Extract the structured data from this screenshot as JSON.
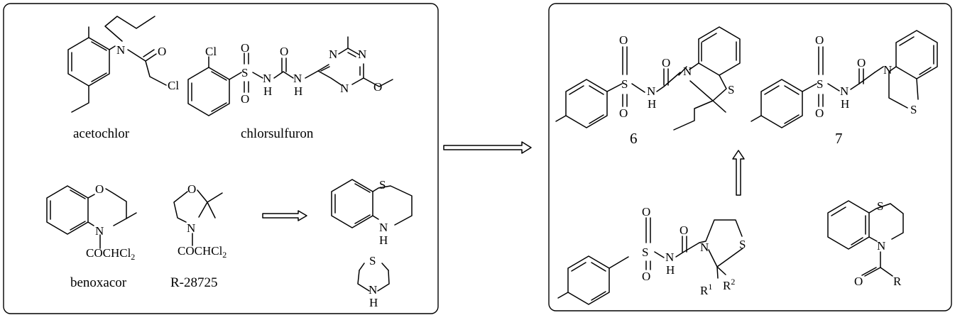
{
  "names": {
    "acetochlor": "acetochlor",
    "chlorsulfuron": "chlorsulfuron",
    "benoxacor": "benoxacor",
    "r28725": "R-28725"
  },
  "numbers": {
    "six": "6",
    "seven": "7"
  },
  "atoms": {
    "N": "N",
    "O": "O",
    "S": "S",
    "H": "H",
    "Cl": "Cl",
    "COCHCl": "COCHCl",
    "sub2": "2",
    "R": "R",
    "sup1": "1",
    "sup2": "2"
  }
}
